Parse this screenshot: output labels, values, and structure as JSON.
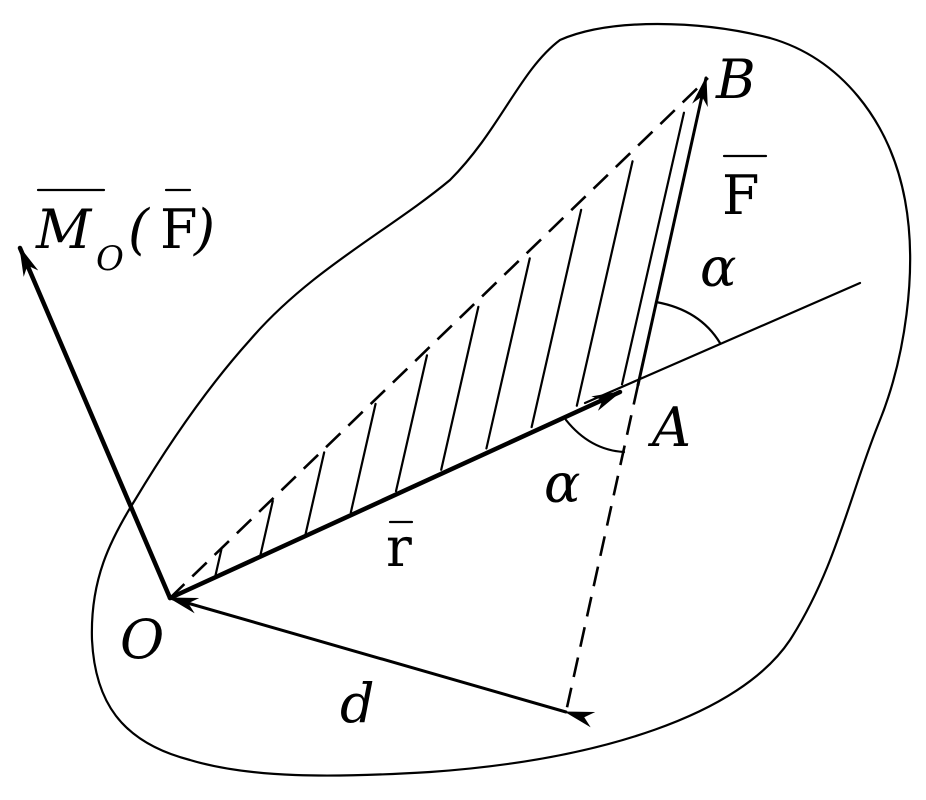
{
  "labels": {
    "point_b": "B",
    "point_a": "A",
    "point_o": "O",
    "force_symbol": "F",
    "position_symbol": "r",
    "distance_symbol": "d",
    "angle_top": "α",
    "angle_bottom": "α",
    "moment_main": "M",
    "moment_subscript": "O",
    "moment_open_paren": "(",
    "moment_argument": "F",
    "moment_close_paren": ")"
  }
}
